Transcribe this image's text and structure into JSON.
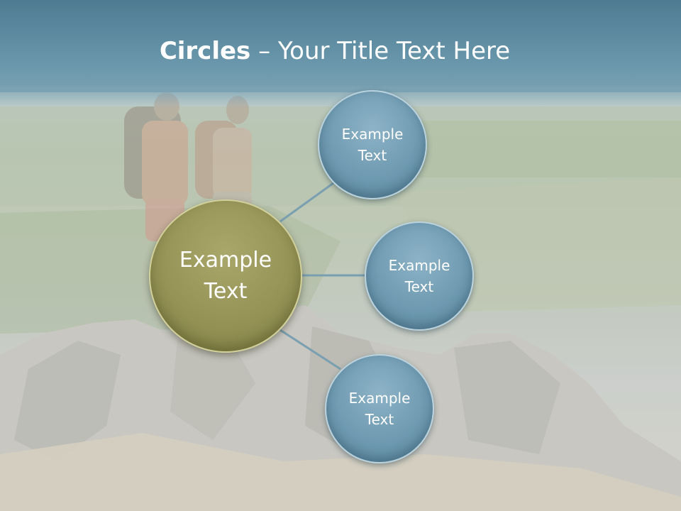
{
  "slide": {
    "title_bold": "Circles",
    "title_rest": " – Your Title Text Here"
  },
  "center_circle": {
    "label": "Example\nText",
    "color": "#959356"
  },
  "satellite_circles": [
    {
      "label": "Example\nText"
    },
    {
      "label": "Example\nText"
    },
    {
      "label": "Example\nText"
    }
  ],
  "colors": {
    "header": "#5f8ca2",
    "satellite": "#6f9ab1",
    "connector": "#7a9fb1"
  }
}
